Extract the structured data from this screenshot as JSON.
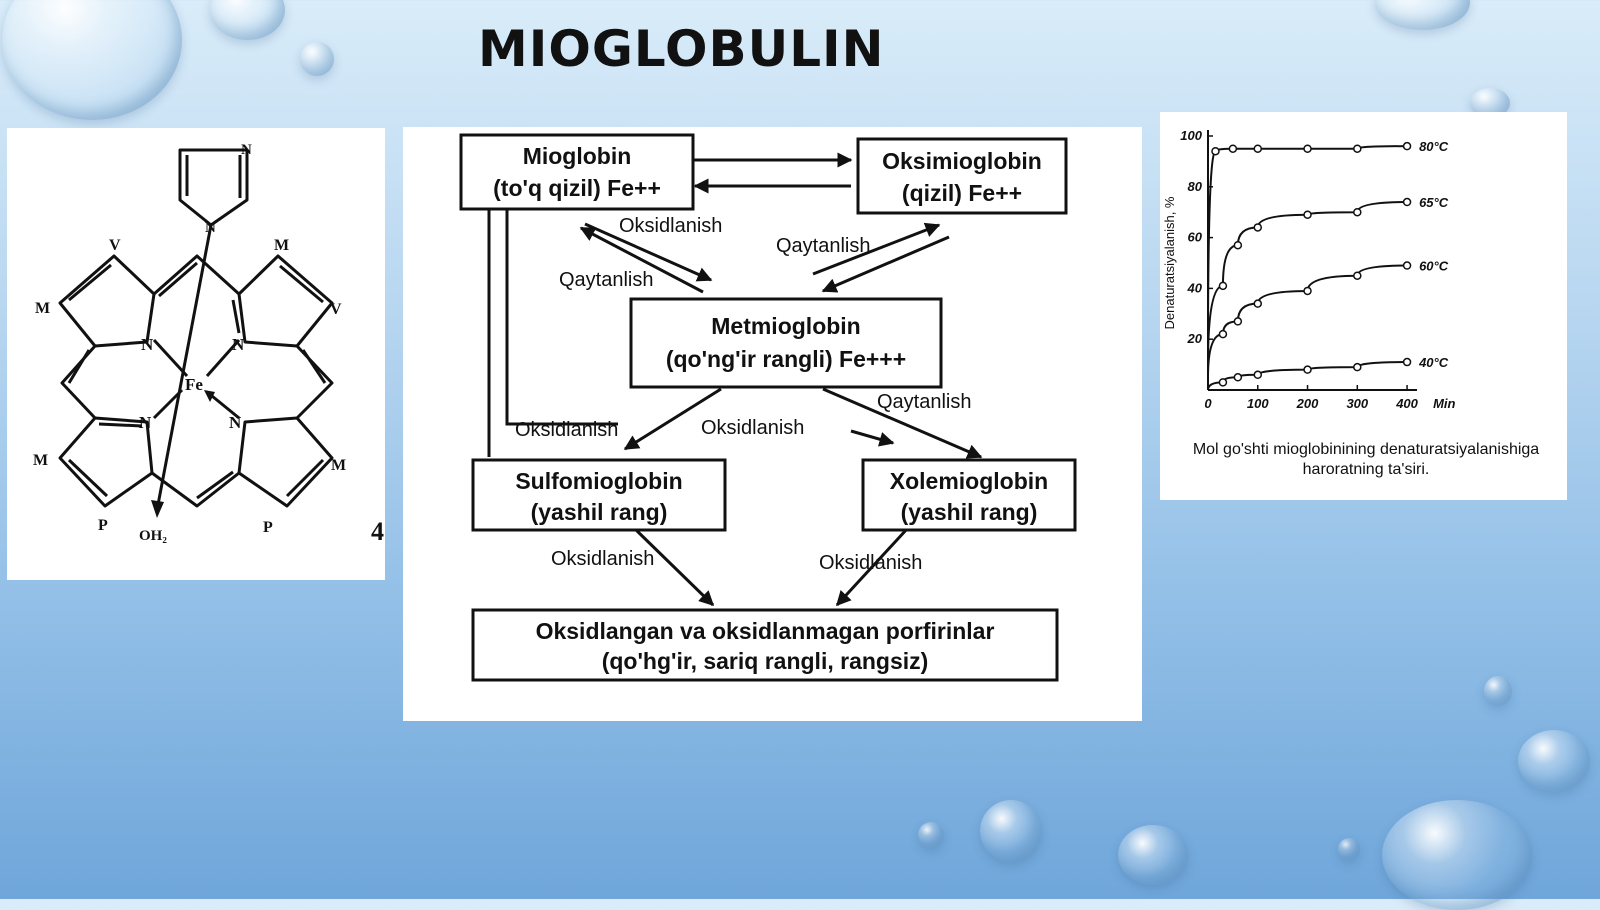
{
  "slide": {
    "title": "MIOGLOBULIN"
  },
  "porphyrin": {
    "atoms": {
      "fe": "Fe",
      "n": "N",
      "oh2": "OH₂",
      "v": "V",
      "m": "M",
      "p": "P"
    },
    "side_number": "4"
  },
  "flow": {
    "nodes": {
      "mioglobin": {
        "line1": "Mioglobin",
        "line2": "(to'q qizil) Fe++"
      },
      "oksimioglobin": {
        "line1": "Oksimioglobin",
        "line2": "(qizil) Fe++"
      },
      "metmioglobin": {
        "line1": "Metmioglobin",
        "line2": "(qo'ng'ir rangli) Fe+++"
      },
      "sulfomioglobin": {
        "line1": "Sulfomioglobin",
        "line2": "(yashil rang)"
      },
      "xolemioglobin": {
        "line1": "Xolemioglobin",
        "line2": "(yashil rang)"
      },
      "porfirinlar": {
        "line1": "Oksidlangan va oksidlanmagan porfirinlar",
        "line2": "(qo'hg'ir, sariq rangli, rangsiz)"
      }
    },
    "edges": {
      "oksidlanish_1": "Oksidlanish",
      "qaytanlish_1": "Qaytanlish",
      "qaytanlish_2": "Qaytanlish",
      "oksidlanish_2": "Oksidlanish",
      "oksidlanish_3": "Oksidlanish",
      "qaytanlish_3": "Qaytanlish",
      "oksidlanish_4": "Oksidlanish",
      "oksidlanish_5": "Oksidlanish"
    }
  },
  "chart_data": {
    "type": "line",
    "title": "",
    "xlabel": "Min",
    "ylabel": "Denaturatsiyalanish, %",
    "xlim": [
      0,
      430
    ],
    "ylim": [
      0,
      100
    ],
    "x_ticks": [
      "0",
      "100",
      "200",
      "300",
      "400"
    ],
    "y_ticks": [
      "20",
      "40",
      "60",
      "80",
      "100"
    ],
    "series": [
      {
        "name": "80°C",
        "x": [
          0,
          15,
          50,
          100,
          200,
          300,
          400
        ],
        "y": [
          15,
          94,
          95,
          95,
          95,
          95,
          96
        ]
      },
      {
        "name": "65°C",
        "x": [
          0,
          30,
          60,
          100,
          200,
          300,
          400
        ],
        "y": [
          10,
          41,
          57,
          64,
          69,
          70,
          74
        ]
      },
      {
        "name": "60°C",
        "x": [
          0,
          30,
          60,
          100,
          200,
          300,
          400
        ],
        "y": [
          5,
          22,
          27,
          34,
          39,
          45,
          49
        ]
      },
      {
        "name": "40°C",
        "x": [
          0,
          30,
          60,
          100,
          200,
          300,
          400
        ],
        "y": [
          0,
          3,
          5,
          6,
          8,
          9,
          11
        ]
      }
    ],
    "caption": [
      "Mol go'shti mioglobinining denaturatsiyalanishiga",
      "haroratning ta'siri."
    ],
    "grid": false
  }
}
